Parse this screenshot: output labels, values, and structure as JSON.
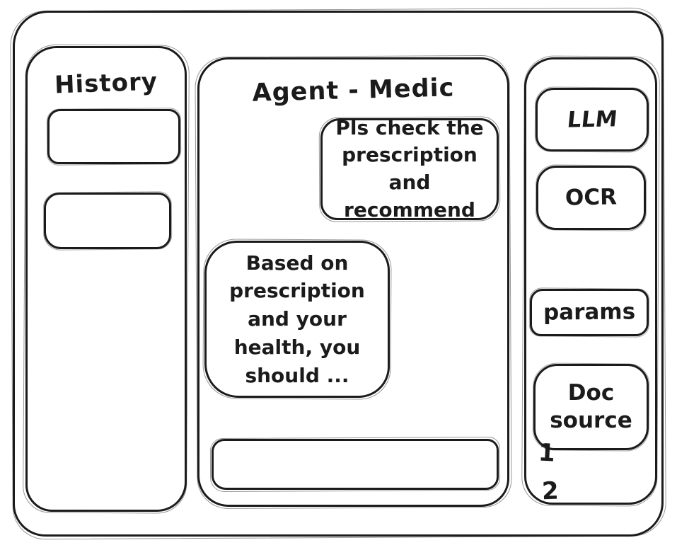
{
  "colors": {
    "ink": "#1b1b1b",
    "background": "#ffffff"
  },
  "left_sidebar": {
    "title": "History",
    "items": [
      {
        "label": ""
      },
      {
        "label": ""
      }
    ]
  },
  "chat": {
    "title": "Agent - Medic",
    "user_message": {
      "lines": [
        "Pls check the",
        "prescription",
        "and recommend"
      ]
    },
    "assistant_message": {
      "lines": [
        "Based on",
        "prescription",
        "and your",
        "health, you",
        "should ..."
      ]
    },
    "input": {
      "value": "",
      "placeholder": ""
    }
  },
  "right_sidebar": {
    "buttons": [
      {
        "label": "LLM"
      },
      {
        "label": "OCR"
      },
      {
        "label": "params"
      },
      {
        "label": "Doc source"
      }
    ],
    "doc_source_list": [
      "1",
      "2"
    ]
  }
}
